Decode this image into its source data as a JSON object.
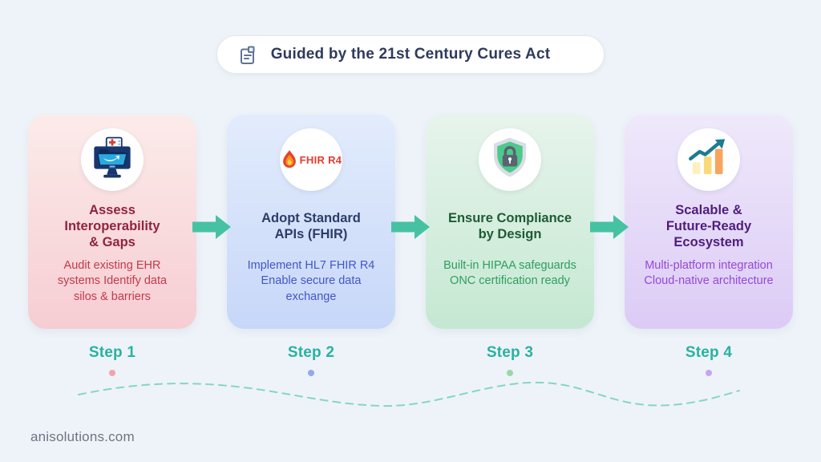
{
  "banner": {
    "title": "Guided by the 21st Century Cures Act",
    "icon": "document-icon",
    "text_color": "#2f3b5c"
  },
  "steps": [
    {
      "label": "Step 1",
      "title": "Assess\nInteroperability\n& Gaps",
      "description": "Audit existing EHR\nsystems Identify data\nsilos & barriers",
      "icon": "ehr-monitor-icon",
      "theme": {
        "card_top": "#fcebea",
        "card_bottom": "#f6cdd2",
        "title_color": "#8f2440",
        "text_color": "#c13b4e",
        "dot_color": "#f2a3a8"
      }
    },
    {
      "label": "Step 2",
      "title": "Adopt Standard\nAPIs (FHIR)",
      "description": "Implement HL7 FHIR R4\nEnable secure data\nexchange",
      "icon": "fhir-flame-icon",
      "badge": "FHIR R4",
      "theme": {
        "card_top": "#e2ecfc",
        "card_bottom": "#c7d7f8",
        "title_color": "#2c3d68",
        "text_color": "#4356c6",
        "dot_color": "#92a9f1"
      }
    },
    {
      "label": "Step 3",
      "title": "Ensure Compliance\nby Design",
      "description": "Built-in HIPAA safeguards\nONC certification ready",
      "icon": "shield-lock-icon",
      "theme": {
        "card_top": "#e7f4ec",
        "card_bottom": "#c5e8d2",
        "title_color": "#1e5b35",
        "text_color": "#2f9e5f",
        "dot_color": "#99d7a8"
      }
    },
    {
      "label": "Step 4",
      "title": "Scalable &\nFuture-Ready\nEcosystem",
      "description": "Multi-platform integration\nCloud-native architecture",
      "icon": "growth-chart-icon",
      "theme": {
        "card_top": "#efe9fb",
        "card_bottom": "#dccbf5",
        "title_color": "#4f1d7d",
        "text_color": "#9747d8",
        "dot_color": "#c8a4ef"
      }
    }
  ],
  "flow": {
    "step_label_color": "#29b2a0",
    "arrow_color": "#46c2a3",
    "wave_color": "#85d6c2"
  },
  "footer": {
    "website": "anisolutions.com"
  },
  "page": {
    "background": "#eef3f9"
  }
}
